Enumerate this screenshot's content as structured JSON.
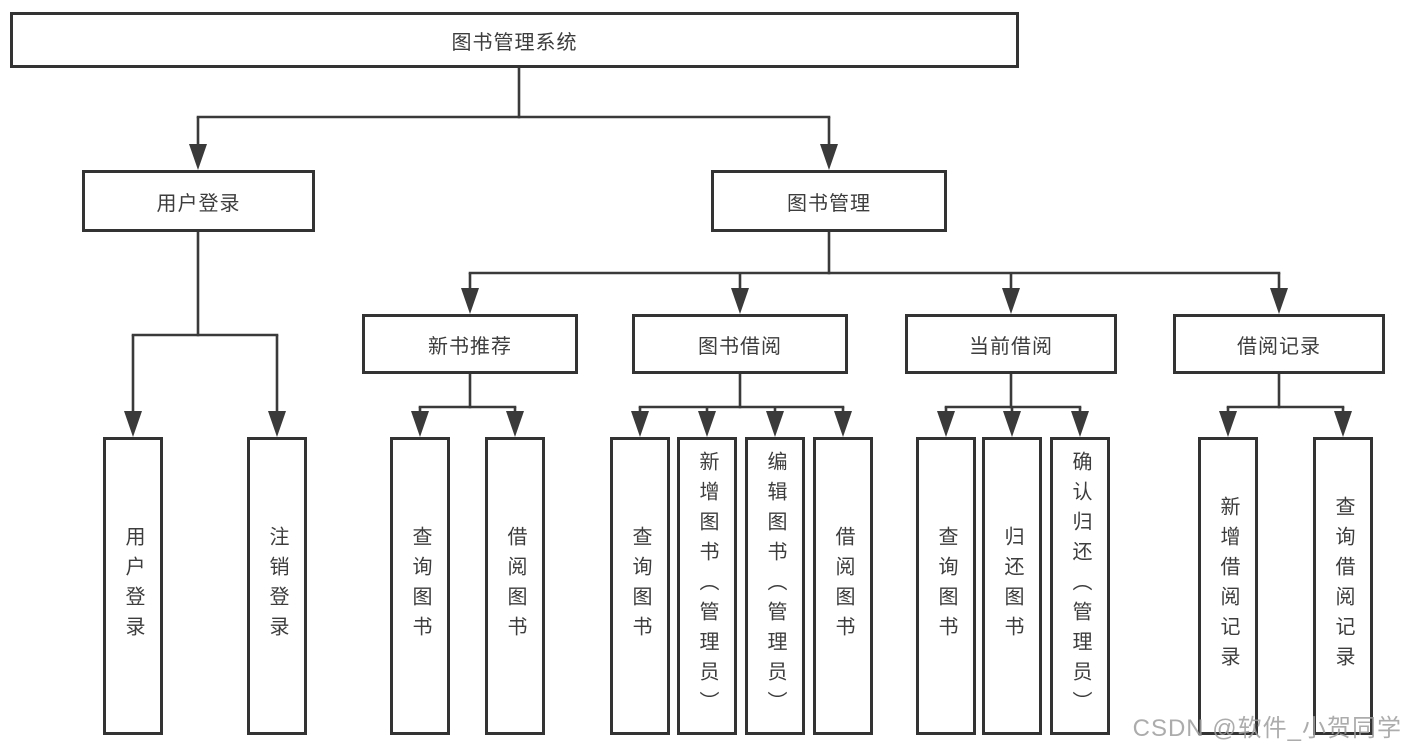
{
  "diagram": {
    "title_node": {
      "label": "图书管理系统"
    },
    "level2": [
      {
        "label": "用户登录"
      },
      {
        "label": "图书管理"
      }
    ],
    "level3": [
      {
        "label": "新书推荐"
      },
      {
        "label": "图书借阅"
      },
      {
        "label": "当前借阅"
      },
      {
        "label": "借阅记录"
      }
    ],
    "leaves": [
      {
        "label": "用户登录"
      },
      {
        "label": "注销登录"
      },
      {
        "label": "查询图书"
      },
      {
        "label": "借阅图书"
      },
      {
        "label": "查询图书"
      },
      {
        "label": "新增图书（管理员）"
      },
      {
        "label": "编辑图书（管理员）"
      },
      {
        "label": "借阅图书"
      },
      {
        "label": "查询图书"
      },
      {
        "label": "归还图书"
      },
      {
        "label": "确认归还（管理员）"
      },
      {
        "label": "新增借阅记录"
      },
      {
        "label": "查询借阅记录"
      }
    ],
    "colors": {
      "line": "#3a3a3a",
      "box_border": "#333333",
      "box_fill": "#ffffff",
      "text": "#3d3d3d",
      "watermark": "#9e9e9e"
    }
  },
  "watermark": {
    "text": "CSDN @软件_小贺同学"
  }
}
